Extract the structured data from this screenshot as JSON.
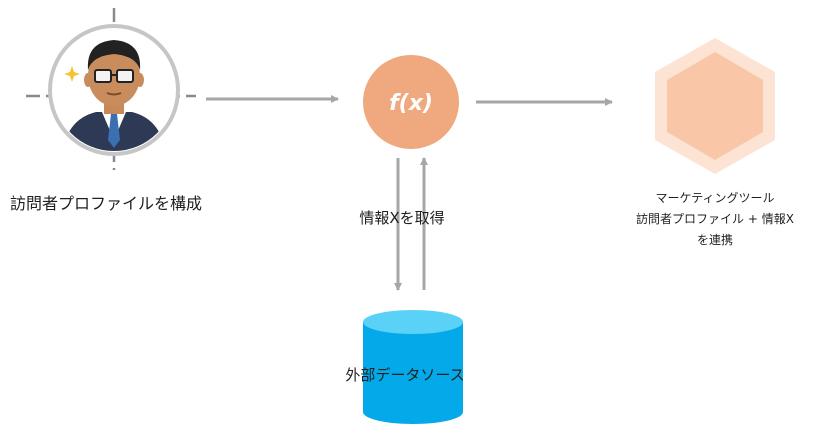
{
  "visitor": {
    "caption": "訪問者プロファイルを構成"
  },
  "function_node": {
    "label": "f(x)",
    "color": "#f0a87f"
  },
  "exchange": {
    "caption": "情報Xを取得"
  },
  "database": {
    "label": "外部データソース",
    "color_body": "#03a9e8",
    "color_top": "#5ad1f7"
  },
  "marketing_tool": {
    "lines": [
      "マーケティングツール",
      "訪問者プロファイル + 情報X",
      "を連携"
    ],
    "color_outer": "#fde3d3",
    "color_inner": "#f9c7a8"
  },
  "arrow_color": "#a6a6a6",
  "icons": [
    "person-target-icon",
    "hexagon-icon",
    "database-icon"
  ]
}
